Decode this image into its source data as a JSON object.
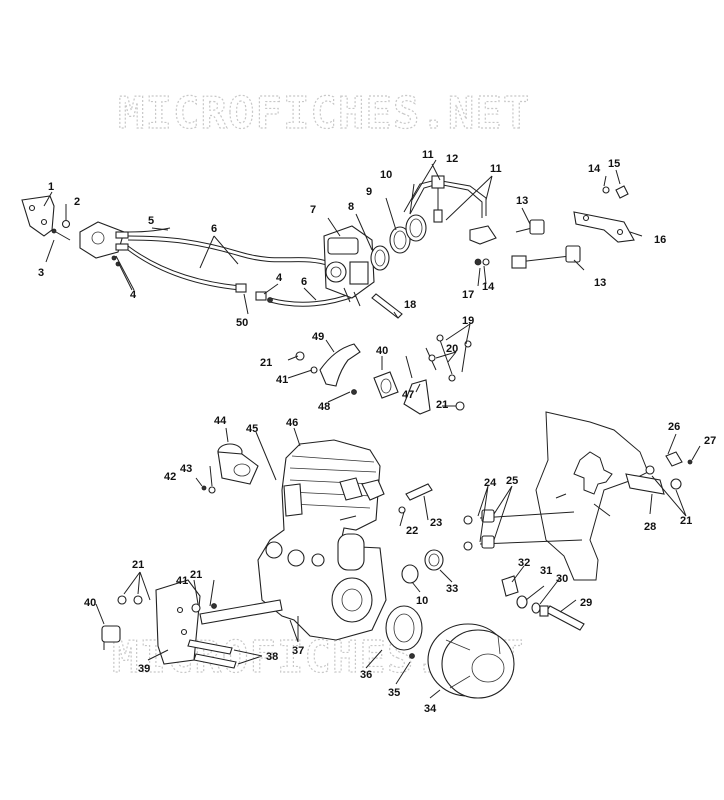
{
  "watermarks": [
    "MICROFICHES.NET",
    "MICROFICHES.NET"
  ],
  "labels": {
    "l1": "1",
    "l2": "2",
    "l3": "3",
    "l4a": "4",
    "l4b": "4",
    "l5": "5",
    "l6a": "6",
    "l6b": "6",
    "l7": "7",
    "l8": "8",
    "l9": "9",
    "l10a": "10",
    "l10b": "10",
    "l11a": "11",
    "l11b": "11",
    "l12": "12",
    "l13a": "13",
    "l13b": "13",
    "l14a": "14",
    "l14b": "14",
    "l15": "15",
    "l16": "16",
    "l17": "17",
    "l18": "18",
    "l19": "19",
    "l20": "20",
    "l21a": "21",
    "l21b": "21",
    "l21c": "21",
    "l21d": "21",
    "l21e": "21",
    "l22": "22",
    "l23": "23",
    "l24": "24",
    "l25": "25",
    "l26": "26",
    "l27": "27",
    "l28": "28",
    "l29": "29",
    "l30": "30",
    "l31": "31",
    "l32": "32",
    "l33": "33",
    "l34": "34",
    "l35": "35",
    "l36": "36",
    "l37": "37",
    "l38": "38",
    "l39": "39",
    "l40a": "40",
    "l40b": "40",
    "l41a": "41",
    "l41b": "41",
    "l42": "42",
    "l43": "43",
    "l44": "44",
    "l45": "45",
    "l46": "46",
    "l47": "47",
    "l48": "48",
    "l49": "49",
    "l50": "50"
  }
}
